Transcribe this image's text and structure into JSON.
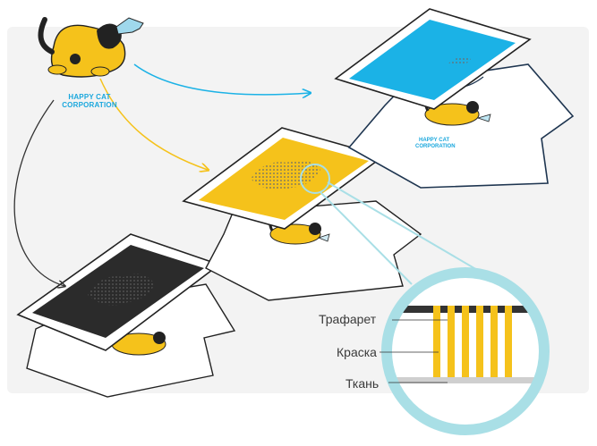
{
  "logo": {
    "line1": "HAPPY CAT",
    "line2": "CORPORATION",
    "icon": "cat-with-fish-icon"
  },
  "layers": {
    "stencil": "Трафарет",
    "ink": "Краска",
    "fabric": "Ткань"
  },
  "colors": {
    "black_layer": "#2b2b2b",
    "yellow_layer": "#f5c21b",
    "cyan_layer": "#1bb2e6",
    "logo_text": "#1aa7dd",
    "magnifier_ring": "#a9dfe6",
    "arrow_dark": "#333333",
    "arrow_yellow": "#f5c21b",
    "arrow_cyan": "#1bb2e6",
    "fabric": "#cfcfcf",
    "outline": "#222222"
  }
}
